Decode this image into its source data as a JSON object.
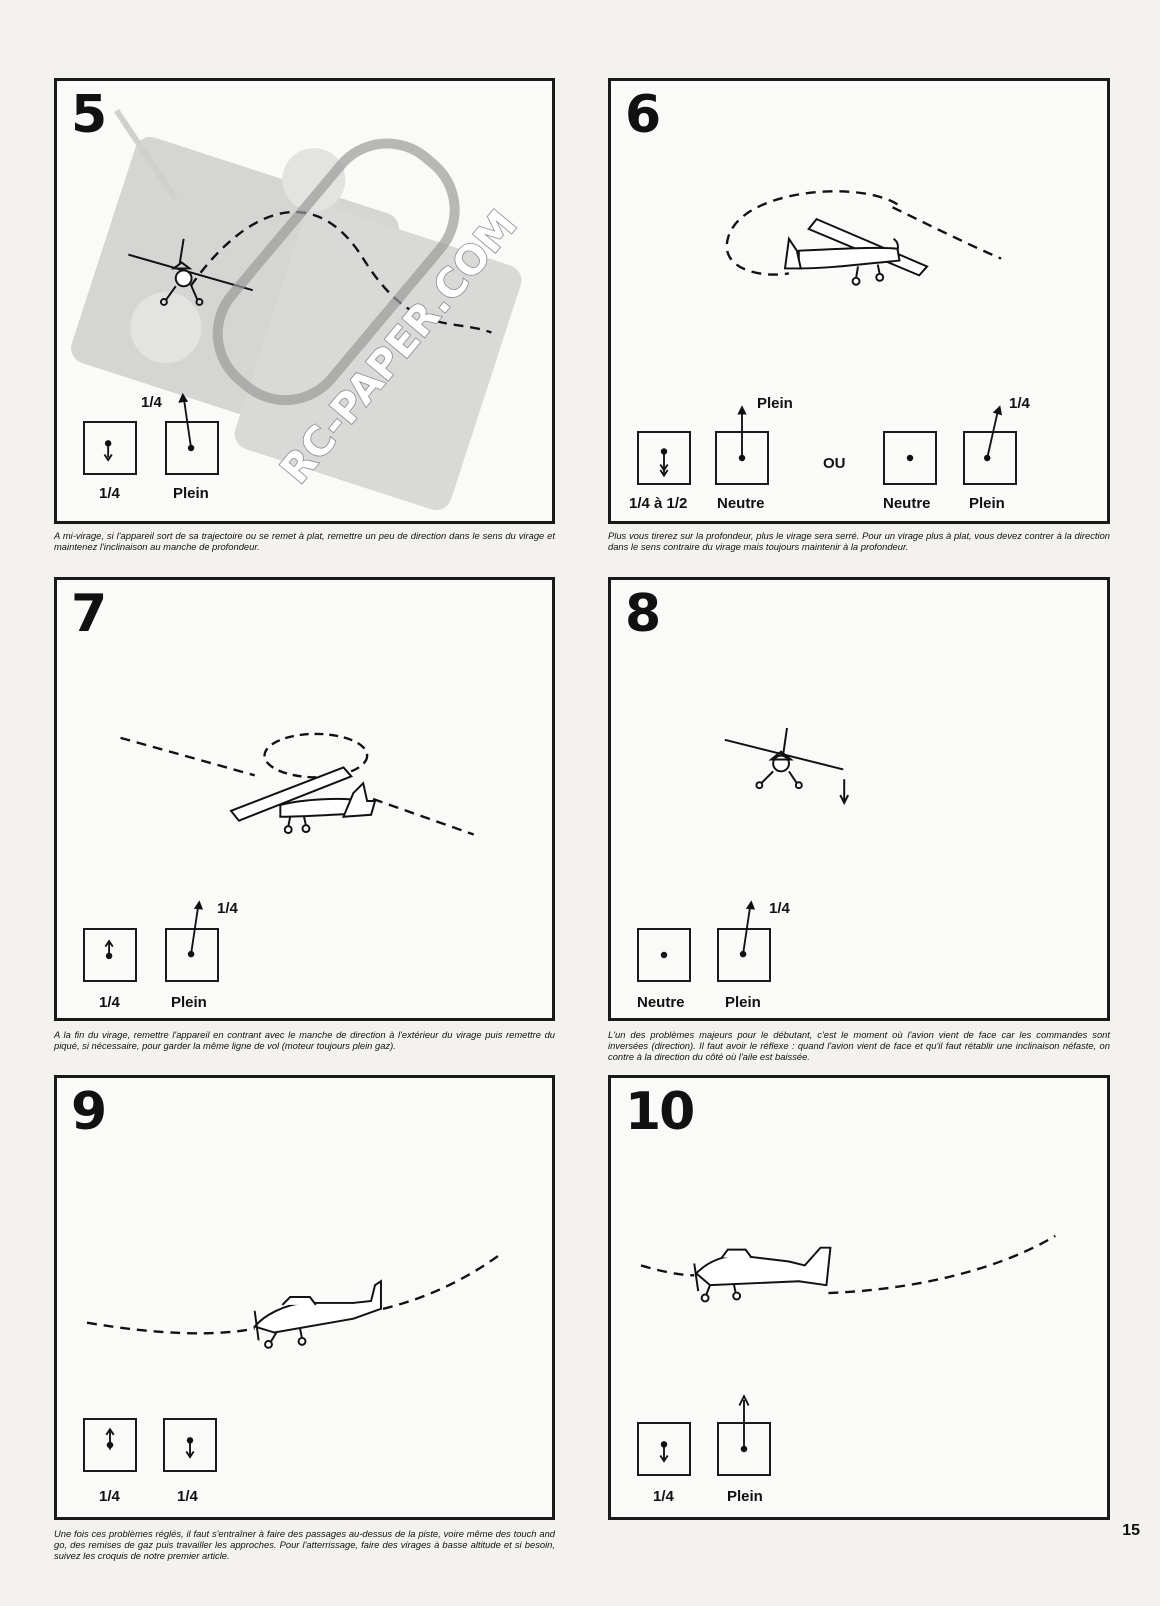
{
  "panels": [
    {
      "number": "5",
      "labels": [
        "1/4",
        "Plein",
        "1/4"
      ],
      "caption": "A mi-virage, si l'appareil sort de sa trajectoire ou se remet à plat, remettre un peu de direction dans le sens du virage et maintenez l'inclinaison au manche de profondeur."
    },
    {
      "number": "6",
      "labels": [
        "Plein",
        "1/4",
        "1/4 à 1/2",
        "Neutre",
        "OU",
        "Neutre",
        "Plein"
      ],
      "caption": "Plus vous tirerez sur la profondeur, plus le virage sera serré. Pour un virage plus à plat, vous devez contrer à la direction dans le sens contraire du virage mais toujours maintenir à la profondeur."
    },
    {
      "number": "7",
      "labels": [
        "1/4",
        "1/4",
        "Plein"
      ],
      "caption": "A la fin du virage, remettre l'appareil en contrant avec le manche de direction à l'extérieur du virage puis remettre du piqué, si nécessaire, pour garder la même ligne de vol (moteur toujours plein gaz)."
    },
    {
      "number": "8",
      "labels": [
        "1/4",
        "Neutre",
        "Plein"
      ],
      "caption": "L'un des problèmes majeurs pour le débutant, c'est le moment où l'avion vient de face car les commandes sont inversées (direction). Il faut avoir le réflexe : quand l'avion vient de face et qu'il faut rétablir une inclinaison néfaste, on contre à la direction du côté où l'aile est baissée."
    },
    {
      "number": "9",
      "labels": [
        "1/4",
        "1/4"
      ],
      "caption": "Une fois ces problèmes réglés, il faut s'entraîner à faire des passages au-dessus de la piste, voire même des touch and go, des remises de gaz puis travailler les approches. Pour l'atterrissage, faire des virages à basse altitude et si besoin, suivez les croquis de notre premier article."
    },
    {
      "number": "10",
      "labels": [
        "1/4",
        "Plein"
      ],
      "caption": ""
    }
  ],
  "watermark": "RC-PAPER.COM",
  "page_number": "15"
}
